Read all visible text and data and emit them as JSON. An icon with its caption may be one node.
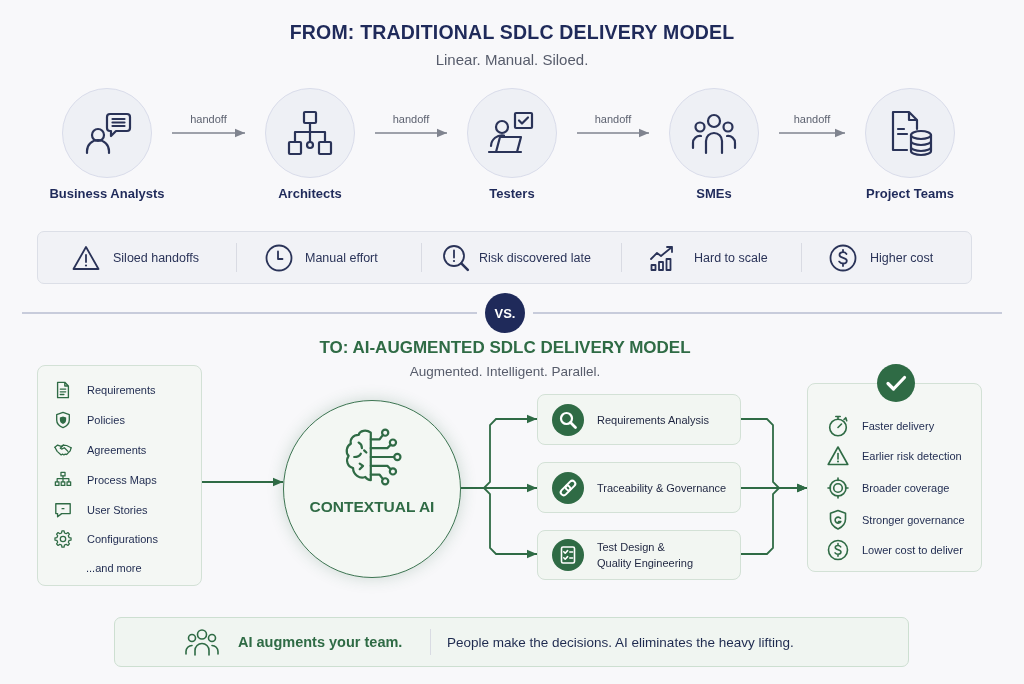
{
  "diagram": {
    "title": "FROM: TRADITIONAL SDLC DELIVERY MODEL",
    "nodes": [
      {
        "text": [
          "Business Analysts"
        ]
      },
      {
        "text": [
          "Architects"
        ]
      },
      {
        "text": [
          "Testers"
        ]
      },
      {
        "text": [
          "SMEs"
        ]
      },
      {
        "text": [
          "Project Teams"
        ]
      },
      {
        "text": [
          "Siloed handoffs",
          "Manual effort",
          "Risk discovered late",
          "Hard to scale",
          "Higher cost"
        ]
      },
      {
        "text": [
          "VS."
        ]
      },
      {
        "text": [
          "Requirements",
          "Policies",
          "Agreements",
          "Process Maps",
          "User Stories",
          "Configurations",
          "...and more"
        ]
      },
      {
        "text": [
          "CONTEXTUAL AI"
        ]
      },
      {
        "text": [
          "Requirements Analysis"
        ]
      },
      {
        "text": [
          "Traceability & Governance"
        ]
      },
      {
        "text": [
          "Test Design & Quality Engineering"
        ]
      },
      {
        "text": [
          "Faster delivery",
          "Earlier risk detection",
          "Broader coverage",
          "Stronger governance",
          "Lower cost to deliver"
        ]
      },
      {
        "text": [
          "AI augments your team.",
          "People make the decisions. AI eliminates the heavy lifting."
        ]
      }
    ],
    "edges": [
      {
        "from": 0,
        "to": 1,
        "arrow": "to",
        "label": "handoff",
        "color": "#80848f"
      },
      {
        "from": 1,
        "to": 2,
        "arrow": "to",
        "label": "handoff",
        "color": "#80848f"
      },
      {
        "from": 2,
        "to": 3,
        "arrow": "to",
        "label": "handoff",
        "color": "#80848f"
      },
      {
        "from": 3,
        "to": 4,
        "arrow": "to",
        "label": "handoff",
        "color": "#80848f"
      },
      {
        "from": 7,
        "to": 8,
        "arrow": "to"
      },
      {
        "from": 8,
        "to": 9,
        "arrow": "to"
      },
      {
        "from": 8,
        "to": 10,
        "arrow": "to"
      },
      {
        "from": 8,
        "to": 11,
        "arrow": "to"
      },
      {
        "from": 9,
        "to": 12,
        "arrow": "to"
      },
      {
        "from": 10,
        "to": 12,
        "arrow": "to"
      },
      {
        "from": 11,
        "to": 12,
        "arrow": "to"
      }
    ],
    "labels": [
      "Linear. Manual. Siloed.",
      "TO: AI-AUGMENTED SDLC DELIVERY MODEL",
      "Augmented. Intelligent. Parallel."
    ]
  }
}
